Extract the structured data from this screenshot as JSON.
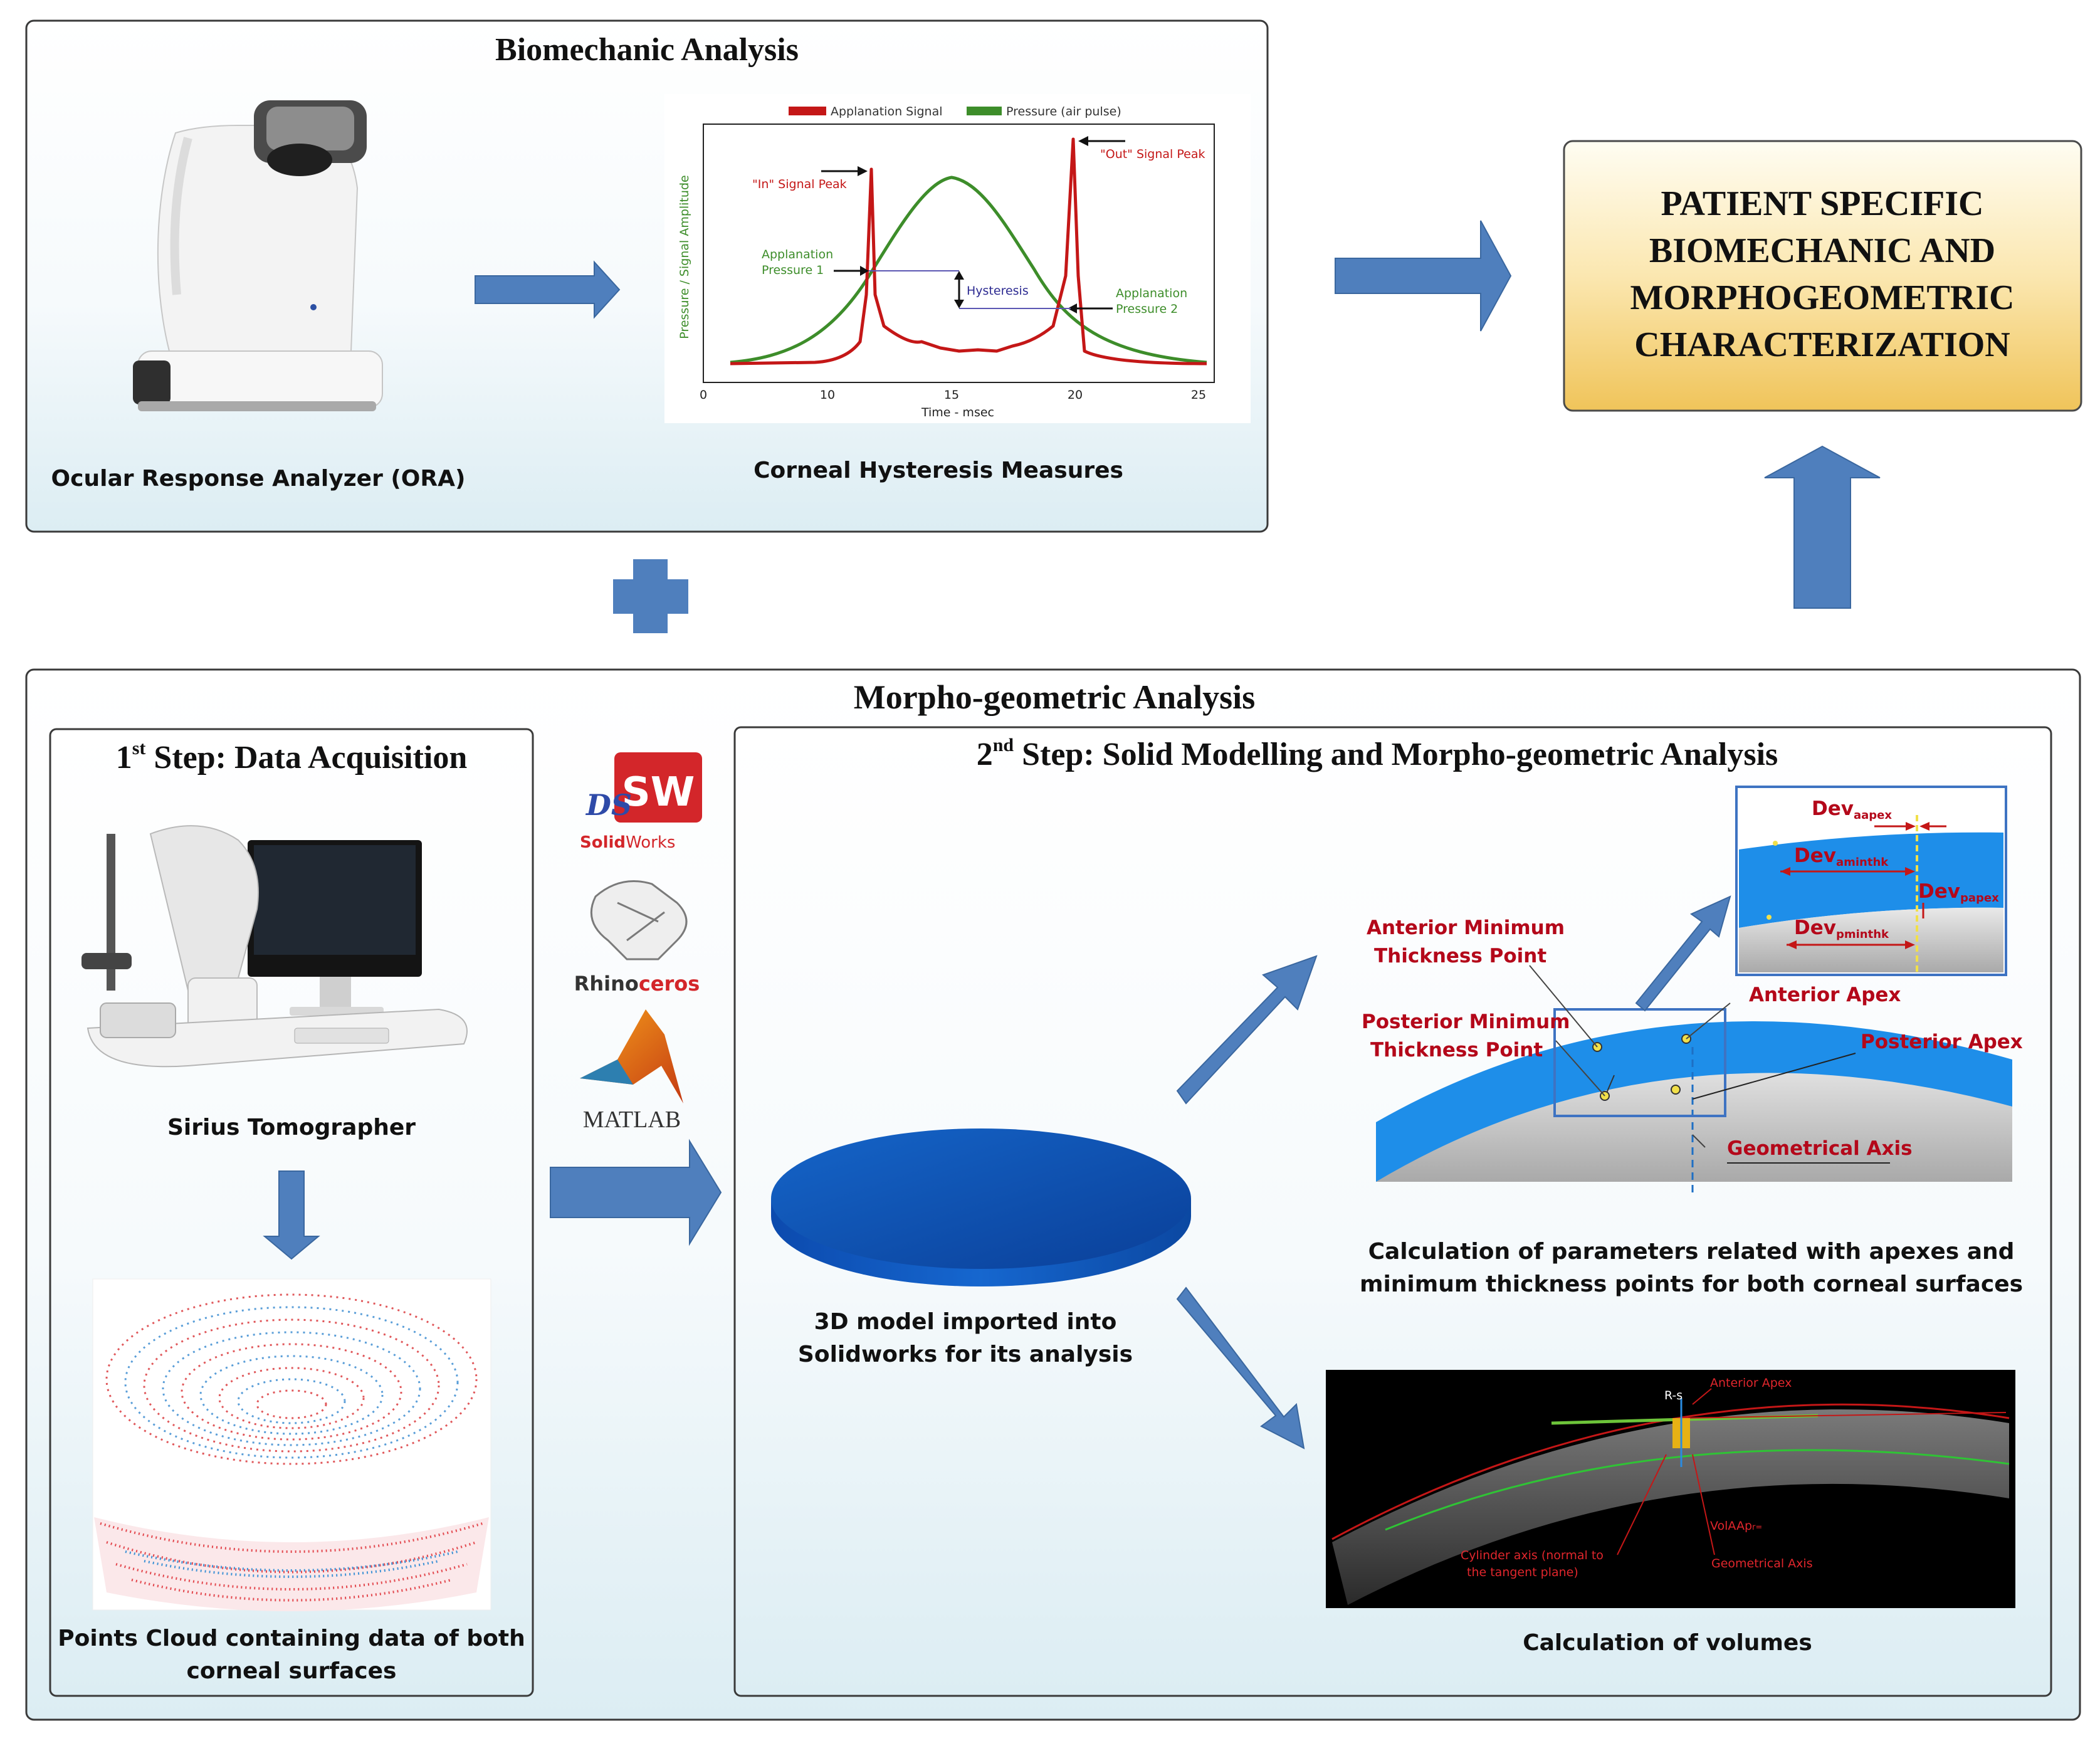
{
  "diagram": {
    "biomechanic": {
      "title": "Biomechanic Analysis",
      "ora_caption": "Ocular Response Analyzer (ORA)",
      "hysteresis_caption": "Corneal Hysteresis Measures",
      "chart": {
        "legend_applanation": "Applanation Signal",
        "legend_pressure": "Pressure (air pulse)",
        "y_axis_label": "Pressure / Signal Amplitude",
        "x_axis_label": "Time - msec",
        "ticks": [
          "0",
          "10",
          "15",
          "20",
          "25"
        ],
        "in_peak": "\"In\" Signal Peak",
        "out_peak": "\"Out\" Signal Peak",
        "app_p1": [
          "Applanation",
          "Pressure 1"
        ],
        "app_p2": [
          "Applanation",
          "Pressure 2"
        ],
        "hysteresis": "Hysteresis"
      }
    },
    "result": {
      "lines": [
        "PATIENT SPECIFIC",
        "BIOMECHANIC AND",
        "MORPHOGEOMETRIC",
        "CHARACTERIZATION"
      ]
    },
    "morpho": {
      "title": "Morpho-geometric Analysis",
      "step1": {
        "num": "1",
        "sup": "st",
        "rest": " Step: Data Acquisition",
        "tomographer_caption": "Sirius Tomographer",
        "cloud_caption": [
          "Points Cloud containing data of both",
          "corneal surfaces"
        ]
      },
      "software": {
        "solidworks_badge": "SW",
        "solidworks_ds": "DS",
        "solidworks_label_a": "Solid",
        "solidworks_label_b": "Works",
        "rhino_a": "Rhino",
        "rhino_b": "ceros",
        "matlab": "MATLAB"
      },
      "step2": {
        "num": "2",
        "sup": "nd",
        "rest": " Step: Solid Modelling and Morpho-geometric Analysis",
        "model_caption": [
          "3D model imported into",
          "Solidworks for its analysis"
        ],
        "labels": {
          "ant_min": [
            "Anterior Minimum",
            "Thickness Point"
          ],
          "post_min": [
            "Posterior Minimum",
            "Thickness Point"
          ],
          "ant_apex": "Anterior Apex",
          "post_apex": "Posterior Apex",
          "geo_axis": "Geometrical Axis"
        },
        "dev": {
          "prefix": "Dev",
          "aapex": "aapex",
          "aminthk": "aminthk",
          "papex": "papex",
          "pminthk": "pminthk"
        },
        "params_caption": [
          "Calculation of parameters related with apexes and",
          "minimum thickness points for both corneal surfaces"
        ],
        "oct": {
          "ant_apex": "Anterior Apex",
          "rs": "R-s",
          "vol": "VolAAp",
          "vol_sub": "r=",
          "cyl": [
            "Cylinder axis (normal to",
            "the tangent plane)"
          ],
          "geo": "Geometrical Axis"
        },
        "volumes_caption": "Calculation of volumes"
      }
    }
  }
}
